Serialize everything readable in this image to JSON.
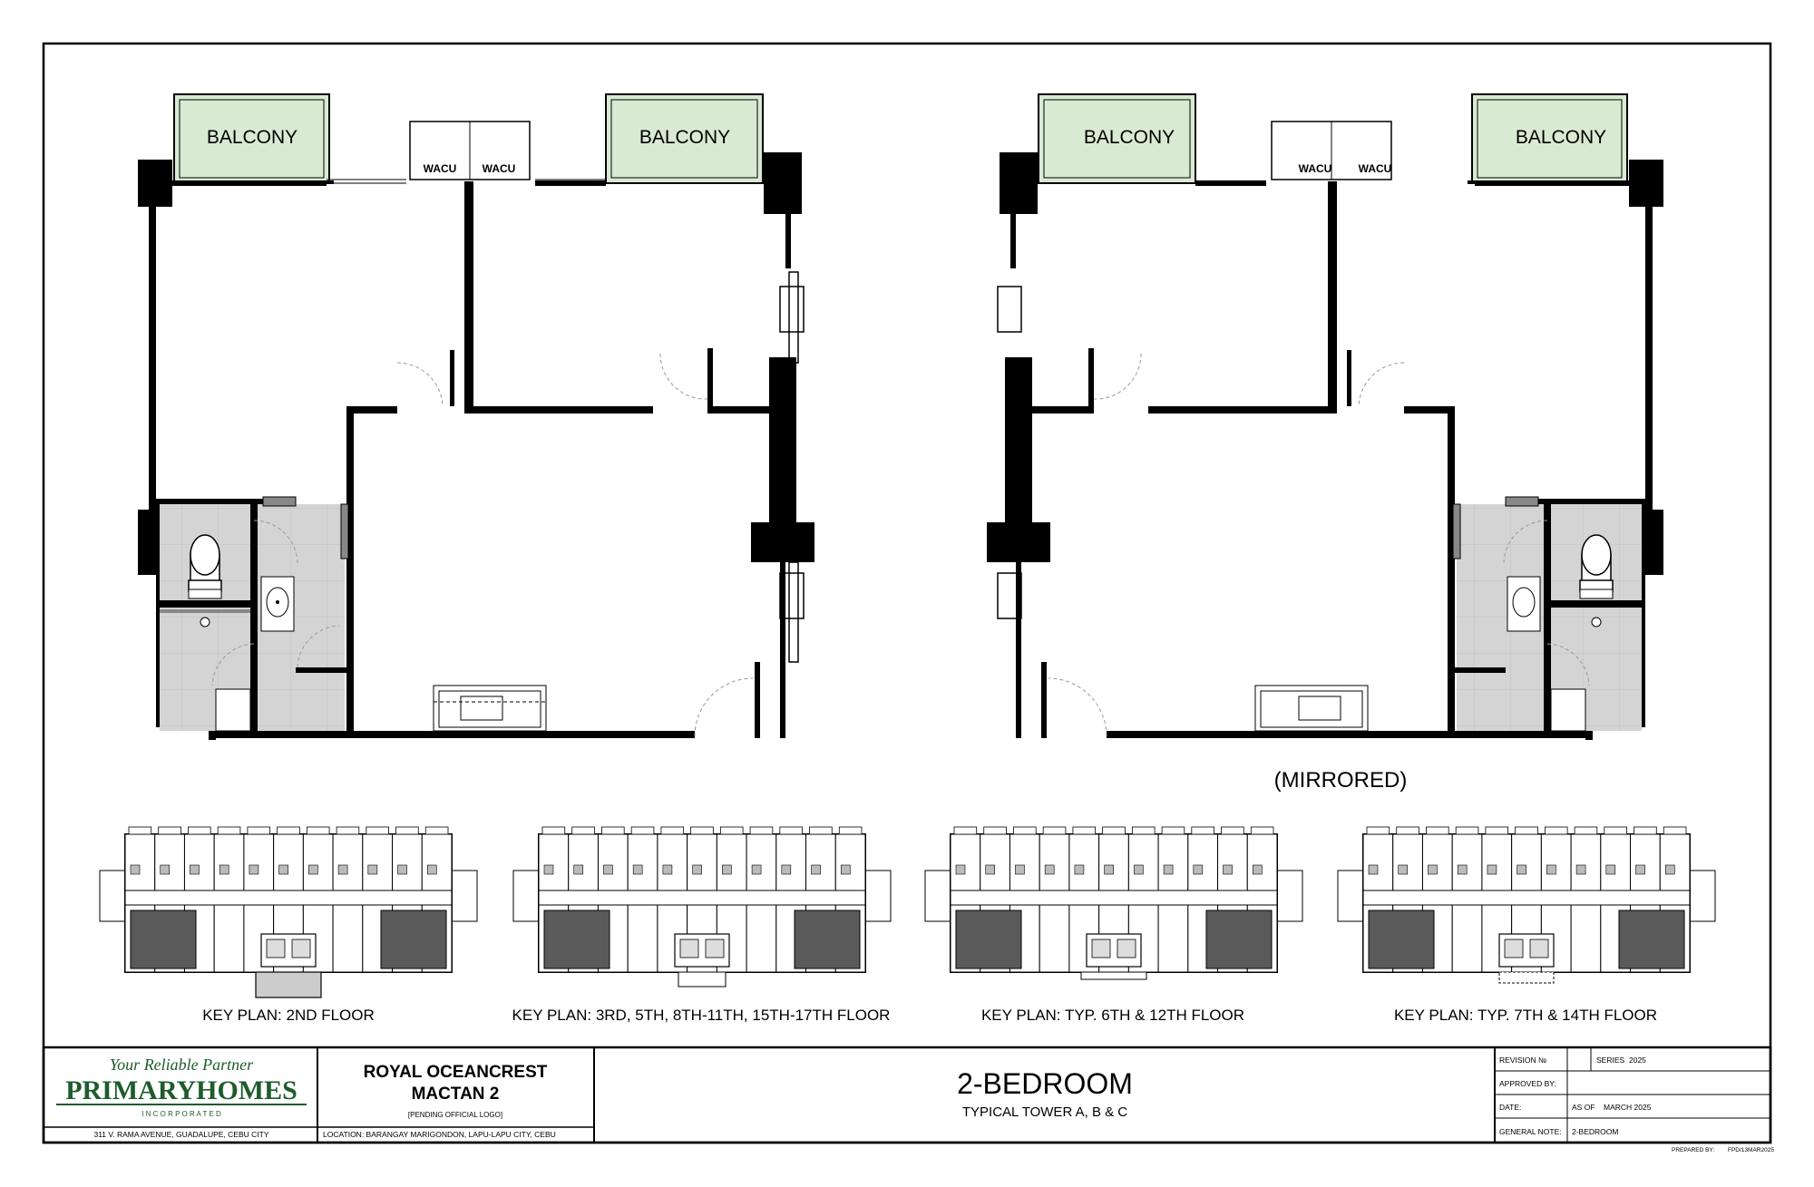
{
  "plan": {
    "balcony_label": "BALCONY",
    "wacu_label": "WACU",
    "mirrored_label": "(MIRRORED)"
  },
  "key_plans": [
    {
      "label": "KEY PLAN: 2ND FLOOR"
    },
    {
      "label": "KEY PLAN: 3RD, 5TH, 8TH-11TH, 15TH-17TH FLOOR"
    },
    {
      "label": "KEY PLAN: TYP. 6TH & 12TH FLOOR"
    },
    {
      "label": "KEY PLAN: TYP. 7TH & 14TH FLOOR"
    }
  ],
  "title_block": {
    "tagline": "Your Reliable Partner",
    "company": "PRIMARYHOMES",
    "company_sub": "I N C O R P O R A T E D",
    "company_address": "311 V. RAMA AVENUE, GUADALUPE, CEBU CITY",
    "project_line1": "ROYAL OCEANCREST",
    "project_line2": "MACTAN 2",
    "project_note": "[PENDING OFFICIAL LOGO]",
    "location": "LOCATION: BARANGAY MARIGONDON, LAPU-LAPU CITY, CEBU",
    "sheet_title": "2-BEDROOM",
    "sheet_subtitle": "TYPICAL TOWER A, B & C",
    "revision_label": "REVISION №",
    "series_label": "SERIES",
    "series_value": "2025",
    "approved_label": "APPROVED BY:",
    "date_label": "DATE:",
    "date_prefix": "AS OF",
    "date_value": "MARCH 2025",
    "general_note_label": "GENERAL NOTE:",
    "general_note_value": "2-BEDROOM",
    "prepared_label": "PREPARED BY:",
    "prepared_value": "FPD/13MAR2025"
  },
  "colors": {
    "balcony_fill": "#d9ead3",
    "bath_fill": "#d4d4d4",
    "wall": "#000000",
    "keyplan_unit": "#5a5a5a",
    "brand_green": "#1e5c2e"
  }
}
